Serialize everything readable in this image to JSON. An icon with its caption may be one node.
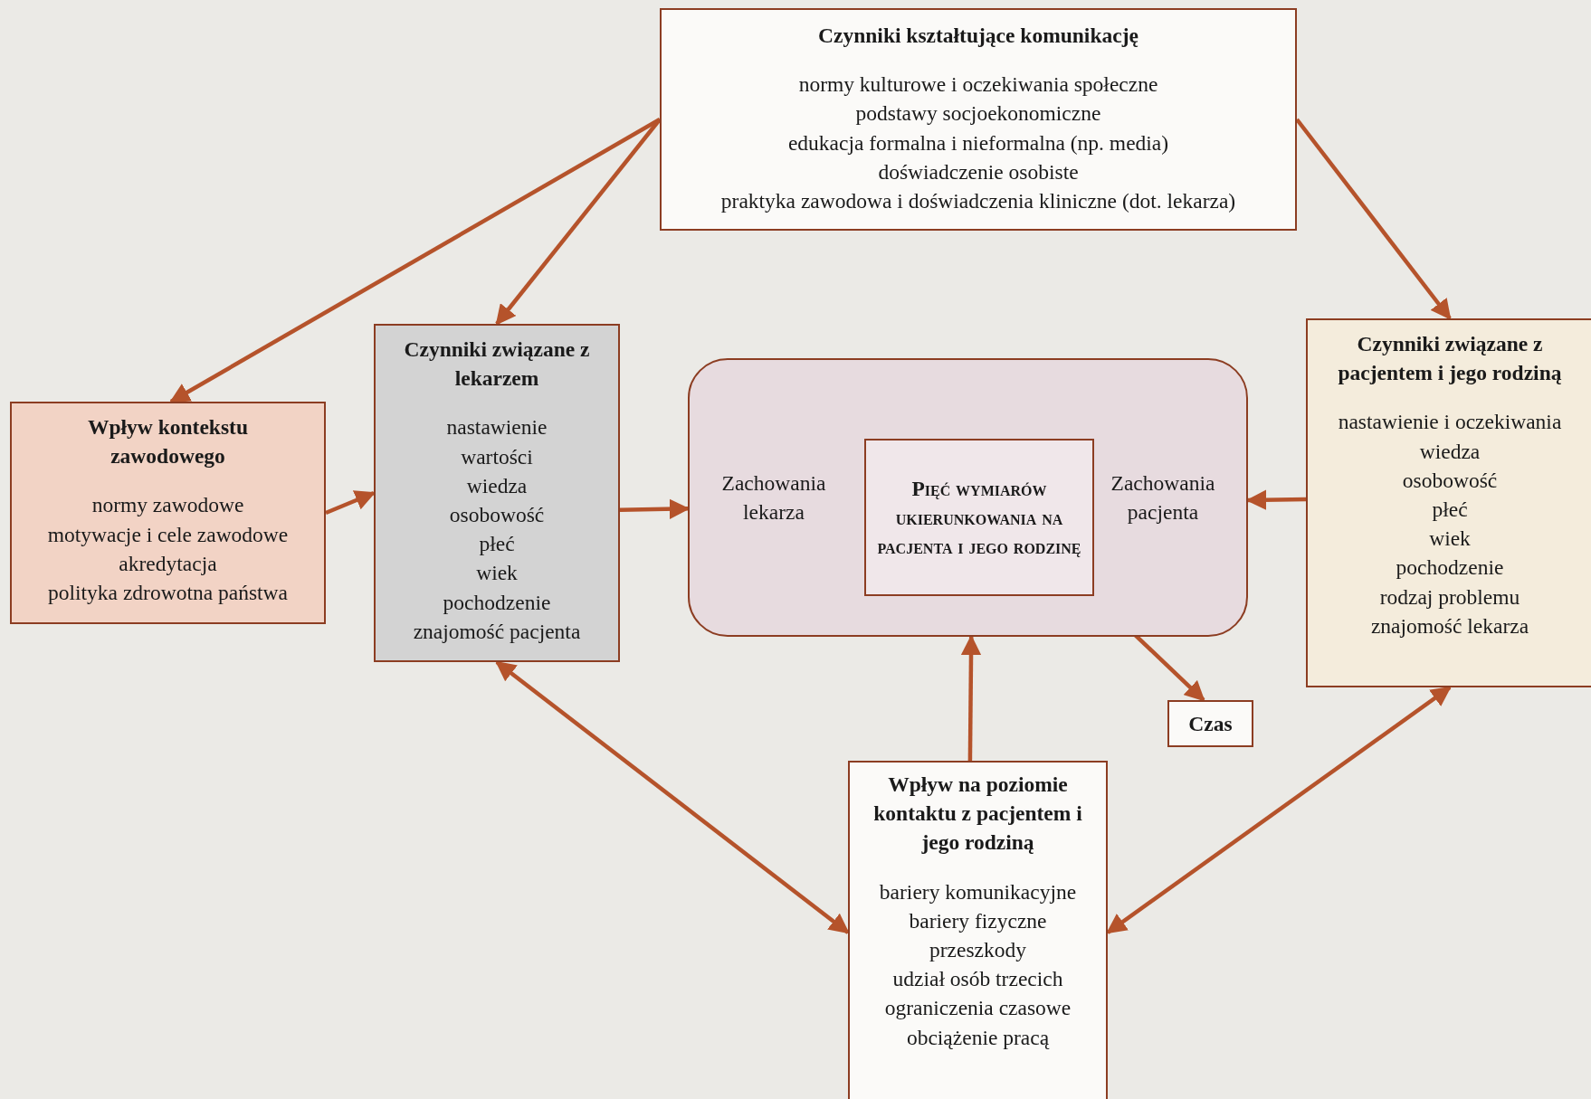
{
  "diagram": {
    "nodes": [
      {
        "text": [
          "Czynniki kształtujące komunikację",
          "normy kulturowe i oczekiwania społeczne",
          "podstawy socjoekonomiczne",
          "edukacja formalna i nieformalna (np. media)",
          "doświadczenie osobiste",
          "praktyka zawodowa i doświadczenia kliniczne (dot. lekarza)"
        ]
      },
      {
        "text": [
          "Wpływ kontekstu zawodowego",
          "normy zawodowe",
          "motywacje i cele zawodowe",
          "akredytacja",
          "polityka zdrowotna państwa"
        ]
      },
      {
        "text": [
          "Czynniki związane z lekarzem",
          "nastawienie",
          "wartości",
          "wiedza",
          "osobowość",
          "płeć",
          "wiek",
          "pochodzenie",
          "znajomość pacjenta"
        ]
      },
      {
        "text": [
          "Zachowania lekarza",
          "Zachowania pacjenta"
        ]
      },
      {
        "text": [
          "Pięć wymiarów ukierunkowania na pacjenta i jego rodzinę"
        ],
        "in": 3
      },
      {
        "text": [
          "Czynniki związane z pacjentem i jego rodziną",
          "nastawienie i oczekiwania",
          "wiedza",
          "osobowość",
          "płeć",
          "wiek",
          "pochodzenie",
          "rodzaj problemu",
          "znajomość lekarza"
        ]
      },
      {
        "text": [
          "Czas"
        ]
      },
      {
        "text": [
          "Wpływ na poziomie kontaktu z pacjentem i jego rodziną",
          "bariery komunikacyjne",
          "bariery fizyczne",
          "przeszkody",
          "udział osób trzecich",
          "ograniczenia  czasowe",
          "obciążenie pracą"
        ]
      }
    ],
    "edges": [
      {
        "from": 0,
        "to": 1,
        "arrow": "to"
      },
      {
        "from": 0,
        "to": 2,
        "arrow": "to"
      },
      {
        "from": 0,
        "to": 5,
        "arrow": "to"
      },
      {
        "from": 1,
        "to": 2,
        "arrow": "to"
      },
      {
        "from": 2,
        "to": 3,
        "arrow": "to"
      },
      {
        "from": 5,
        "to": 3,
        "arrow": "to"
      },
      {
        "from": 4,
        "to": 6,
        "arrow": "both"
      },
      {
        "from": 7,
        "to": 3,
        "arrow": "to"
      },
      {
        "from": 2,
        "to": 7,
        "arrow": "both"
      },
      {
        "from": 5,
        "to": 7,
        "arrow": "both"
      }
    ]
  }
}
